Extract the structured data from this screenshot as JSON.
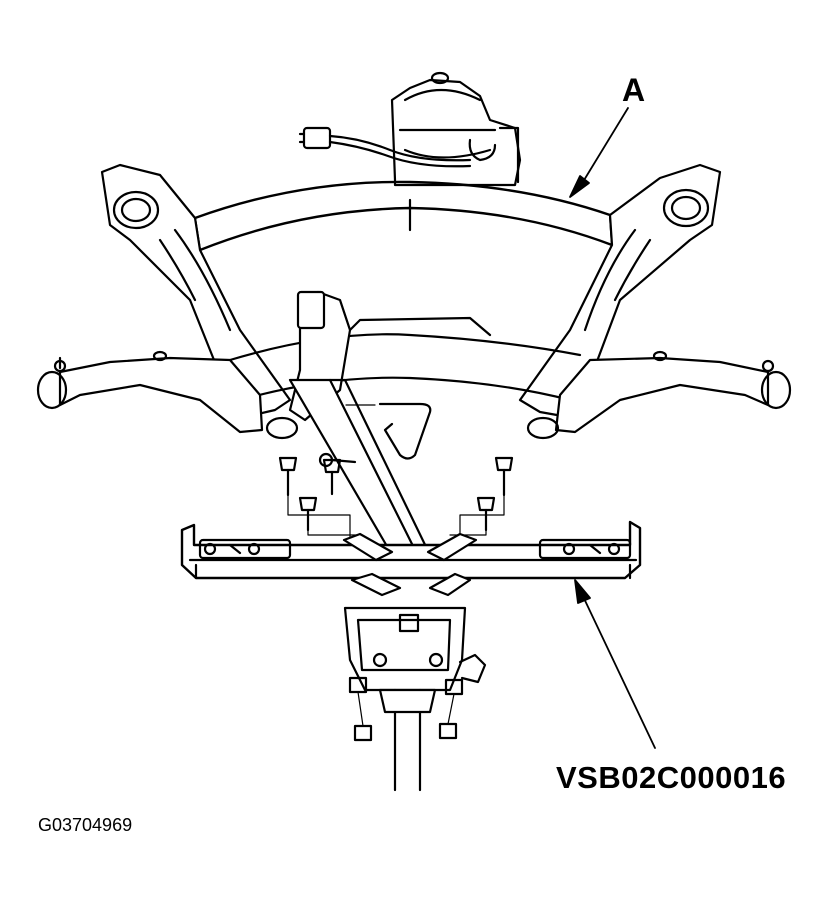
{
  "callouts": {
    "part_label": "A",
    "tool_number": "VSB02C000016"
  },
  "figure_id": "G03704969",
  "colors": {
    "line": "#000000",
    "background": "#ffffff"
  }
}
